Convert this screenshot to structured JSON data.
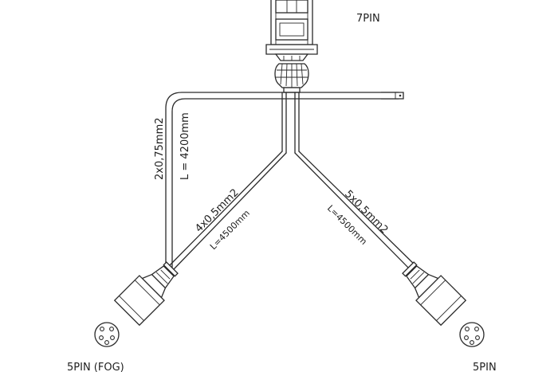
{
  "connectors": {
    "main": {
      "label": "7PIN"
    },
    "left": {
      "label": "5PIN (FOG)"
    },
    "right": {
      "label": "5PIN"
    }
  },
  "cables": {
    "side": {
      "section": "2x0,75mm2",
      "length": "L = 4200mm"
    },
    "left": {
      "section": "4x0,5mm2",
      "length": "L=4500mm"
    },
    "right": {
      "section": "5x0,5mm2",
      "length": "L=4500mm"
    }
  }
}
